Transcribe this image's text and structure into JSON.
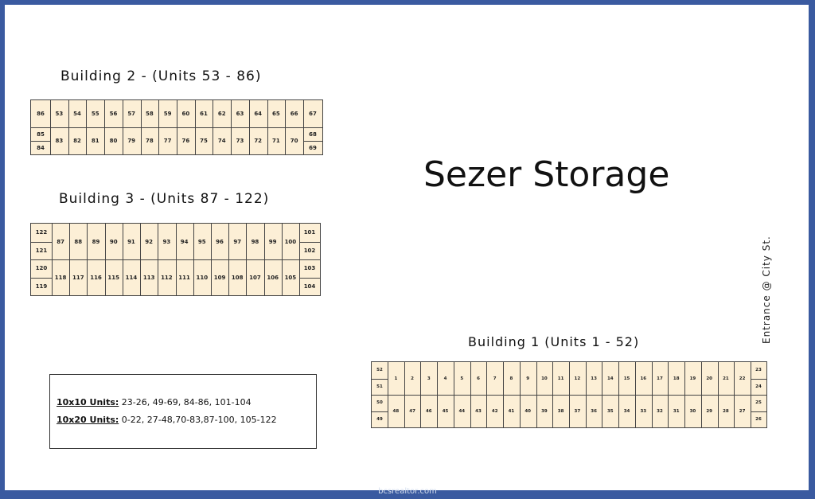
{
  "main_title": "Sezer Storage",
  "entrance_label": "Entrance @ City St.",
  "watermark": "bcsrealtor.com",
  "legend": {
    "rows": [
      {
        "key": "10x10 Units:",
        "value": "23-26, 49-69, 84-86, 101-104"
      },
      {
        "key": "10x20 Units:",
        "value": "0-22, 27-48,70-83,87-100, 105-122"
      }
    ]
  },
  "buildings": [
    {
      "id": "building-2",
      "title": "Building 2 - (Units 53 - 86)",
      "left_top": [
        "86"
      ],
      "left_bottom": [
        "85",
        "84"
      ],
      "top_row": [
        "53",
        "54",
        "55",
        "56",
        "57",
        "58",
        "59",
        "60",
        "61",
        "62",
        "63",
        "64",
        "65",
        "66"
      ],
      "bottom_row": [
        "83",
        "82",
        "81",
        "80",
        "79",
        "78",
        "77",
        "76",
        "75",
        "74",
        "73",
        "72",
        "71",
        "70"
      ],
      "right_top": [
        "67"
      ],
      "right_bottom": [
        "68",
        "69"
      ]
    },
    {
      "id": "building-3",
      "title": "Building 3 - (Units 87 - 122)",
      "left_top": [
        "122",
        "121"
      ],
      "left_bottom": [
        "120",
        "119"
      ],
      "top_row": [
        "87",
        "88",
        "89",
        "90",
        "91",
        "92",
        "93",
        "94",
        "95",
        "96",
        "97",
        "98",
        "99",
        "100"
      ],
      "bottom_row": [
        "118",
        "117",
        "116",
        "115",
        "114",
        "113",
        "112",
        "111",
        "110",
        "109",
        "108",
        "107",
        "106",
        "105"
      ],
      "right_top": [
        "101",
        "102"
      ],
      "right_bottom": [
        "103",
        "104"
      ]
    },
    {
      "id": "building-1",
      "title": "Building 1  (Units 1 - 52)",
      "left_top": [
        "52",
        "51"
      ],
      "left_bottom": [
        "50",
        "49"
      ],
      "top_row": [
        "1",
        "2",
        "3",
        "4",
        "5",
        "6",
        "7",
        "8",
        "9",
        "10",
        "11",
        "12",
        "13",
        "14",
        "15",
        "16",
        "17",
        "18",
        "19",
        "20",
        "21",
        "22"
      ],
      "bottom_row": [
        "48",
        "47",
        "46",
        "45",
        "44",
        "43",
        "42",
        "41",
        "40",
        "39",
        "38",
        "37",
        "36",
        "35",
        "34",
        "33",
        "32",
        "31",
        "30",
        "29",
        "28",
        "27"
      ],
      "right_top": [
        "23",
        "24"
      ],
      "right_bottom": [
        "25",
        "26"
      ]
    }
  ]
}
